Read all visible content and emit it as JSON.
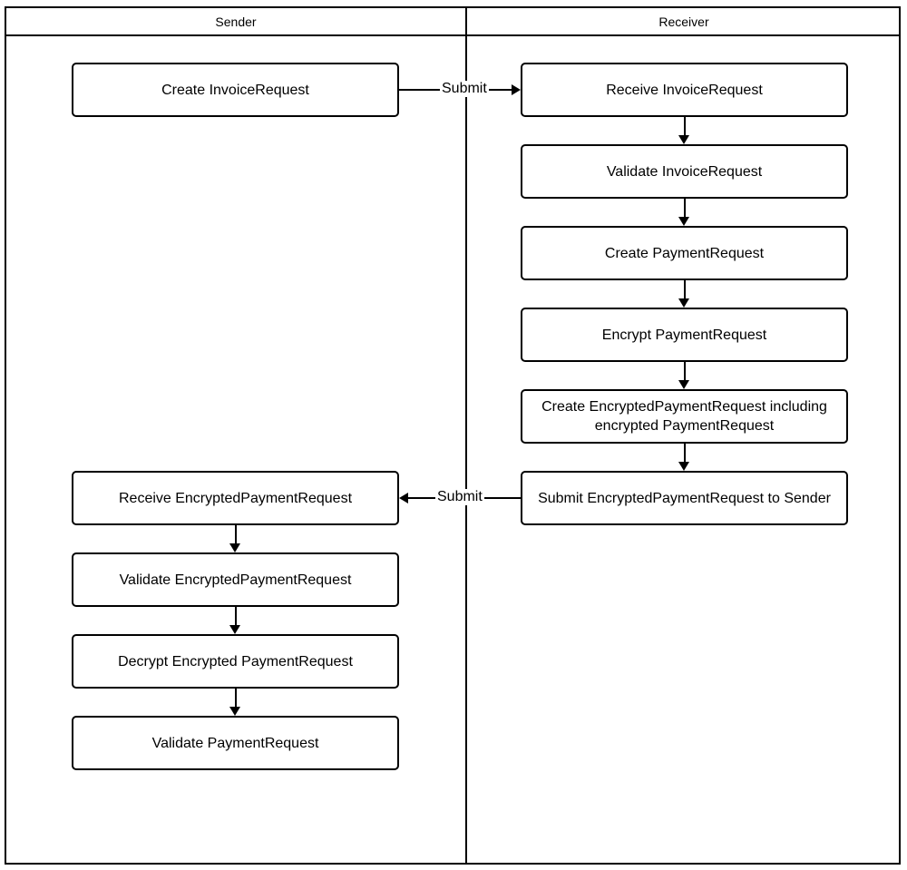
{
  "diagram": {
    "type": "swimlane-flowchart",
    "lanes": [
      {
        "id": "sender",
        "title": "Sender"
      },
      {
        "id": "receiver",
        "title": "Receiver"
      }
    ],
    "nodes": [
      {
        "id": "n1",
        "lane": "sender",
        "label": "Create InvoiceRequest"
      },
      {
        "id": "n2",
        "lane": "receiver",
        "label": "Receive InvoiceRequest"
      },
      {
        "id": "n3",
        "lane": "receiver",
        "label": "Validate InvoiceRequest"
      },
      {
        "id": "n4",
        "lane": "receiver",
        "label": "Create PaymentRequest"
      },
      {
        "id": "n5",
        "lane": "receiver",
        "label": "Encrypt PaymentRequest"
      },
      {
        "id": "n6",
        "lane": "receiver",
        "label": "Create EncryptedPaymentRequest including encrypted PaymentRequest"
      },
      {
        "id": "n7",
        "lane": "receiver",
        "label": "Submit EncryptedPaymentRequest to Sender"
      },
      {
        "id": "n8",
        "lane": "sender",
        "label": "Receive EncryptedPaymentRequest"
      },
      {
        "id": "n9",
        "lane": "sender",
        "label": "Validate EncryptedPaymentRequest"
      },
      {
        "id": "n10",
        "lane": "sender",
        "label": "Decrypt Encrypted PaymentRequest"
      },
      {
        "id": "n11",
        "lane": "sender",
        "label": "Validate PaymentRequest"
      }
    ],
    "edge_labels": {
      "submit_to_receiver": "Submit",
      "submit_to_sender": "Submit"
    },
    "colors": {
      "stroke": "#000000",
      "fill": "#ffffff",
      "text": "#000000"
    }
  }
}
